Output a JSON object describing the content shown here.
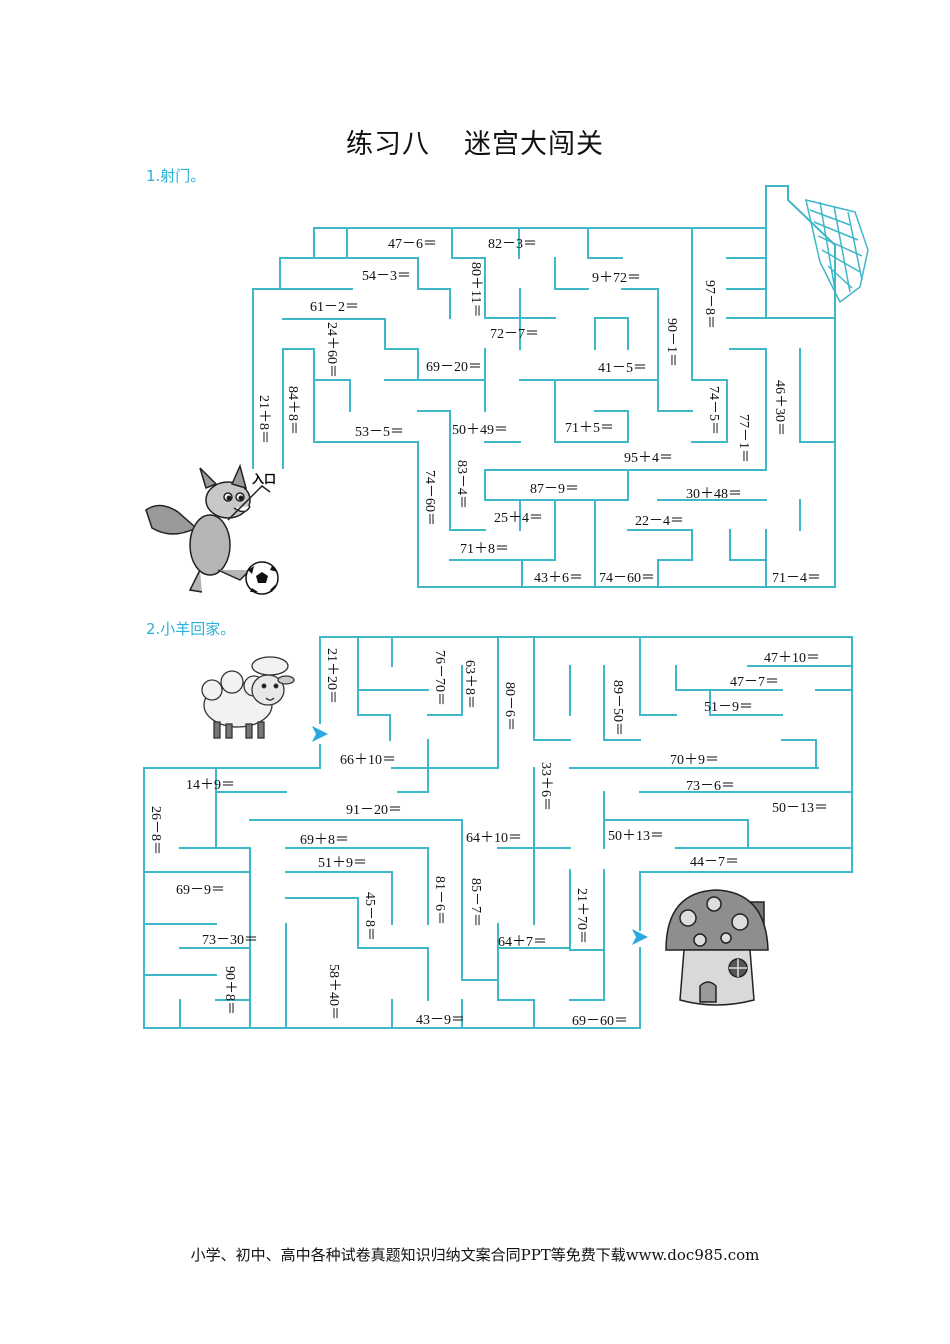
{
  "page": {
    "title_part1": "练习八",
    "title_part2": "迷宫大闯关",
    "footer": "小学、初中、高中各种试卷真题知识归纳文案合同PPT等免费下载www.doc985.com"
  },
  "maze1": {
    "heading": "1.射门。",
    "entrance_label": "入口",
    "equations": [
      "47－6＝",
      "82－3＝",
      "54－3＝",
      "80＋11＝",
      "9＋72＝",
      "97－8＝",
      "61－2＝",
      "24＋60＝",
      "72－7＝",
      "90－1＝",
      "69－20＝",
      "41－5＝",
      "84＋8＝",
      "21＋8＝",
      "74－5＝",
      "46＋30＝",
      "53－5＝",
      "50＋49＝",
      "71＋5＝",
      "77－1＝",
      "95＋4＝",
      "83－4＝",
      "87－9＝",
      "74－60＝",
      "30＋48＝",
      "25＋4＝",
      "22－4＝",
      "71＋8＝",
      "43＋6＝",
      "74－60＝",
      "71－4＝"
    ]
  },
  "maze2": {
    "heading": "2.小羊回家。",
    "equations": [
      "21＋20＝",
      "76－70＝",
      "63＋8＝",
      "80－6＝",
      "89－50＝",
      "47＋10＝",
      "47－7＝",
      "51－9＝",
      "66＋10＝",
      "70＋9＝",
      "14＋9＝",
      "33＋6＝",
      "73－6＝",
      "91－20＝",
      "26－8＝",
      "50－13＝",
      "69＋8＝",
      "64＋10＝",
      "50＋13＝",
      "51＋9＝",
      "44－7＝",
      "69－9＝",
      "81－6＝",
      "85－7＝",
      "45－8＝",
      "21＋70＝",
      "73－30＝",
      "64＋7＝",
      "90＋8＝",
      "58＋40＝",
      "43－9＝",
      "69－60＝"
    ]
  },
  "icons": [
    "wolf-icon",
    "soccer-ball-icon",
    "goal-net-icon",
    "sheep-icon",
    "mushroom-house-icon",
    "arrow-right-icon"
  ],
  "colors": {
    "maze_line": "#3eb7c9",
    "heading": "#29b1d9",
    "arrow": "#29a9e0"
  }
}
